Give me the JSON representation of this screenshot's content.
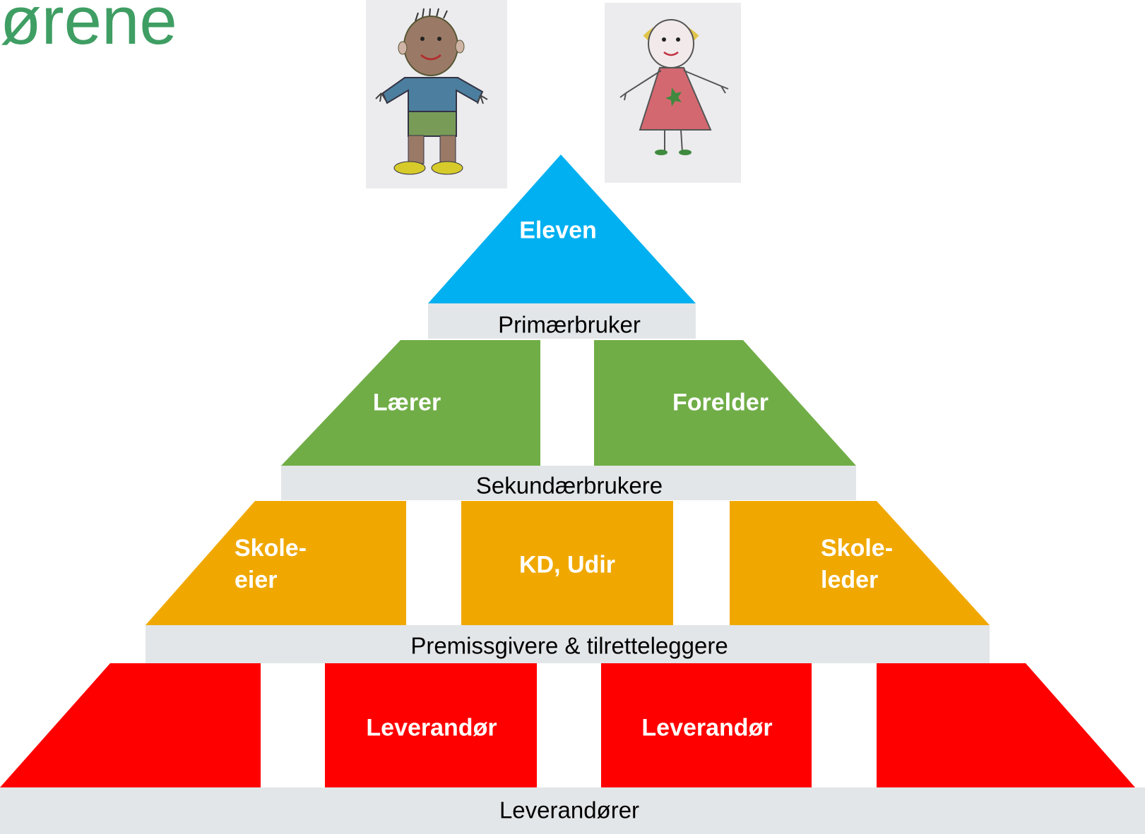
{
  "title_fragment": "ørene",
  "drawings": [
    {
      "name": "drawing-boy",
      "colors": {
        "skin": "#9a7a66",
        "shirt": "#4c7f9f",
        "pants": "#789c58",
        "shoes": "#d6cb2a"
      }
    },
    {
      "name": "drawing-girl",
      "colors": {
        "hair": "#e0c54a",
        "dress": "#d46870",
        "star": "#3f8a3f"
      }
    }
  ],
  "levels": [
    {
      "band_label": "Primærbruker",
      "color": "#00b0f0",
      "tiles": [
        "Eleven"
      ]
    },
    {
      "band_label": "Sekundærbrukere",
      "color": "#70ad47",
      "tiles": [
        "Lærer",
        "Forelder"
      ]
    },
    {
      "band_label": "Premissgivere & tilretteleggere",
      "color": "#f0a800",
      "tiles": [
        "Skole-\neier",
        "KD, Udir",
        "Skole-\nleder"
      ]
    },
    {
      "band_label": "Leverandører",
      "color": "#ff0000",
      "tiles": [
        "",
        "Leverandør",
        "Leverandør",
        ""
      ]
    }
  ],
  "band_color": "#e3e6e8"
}
